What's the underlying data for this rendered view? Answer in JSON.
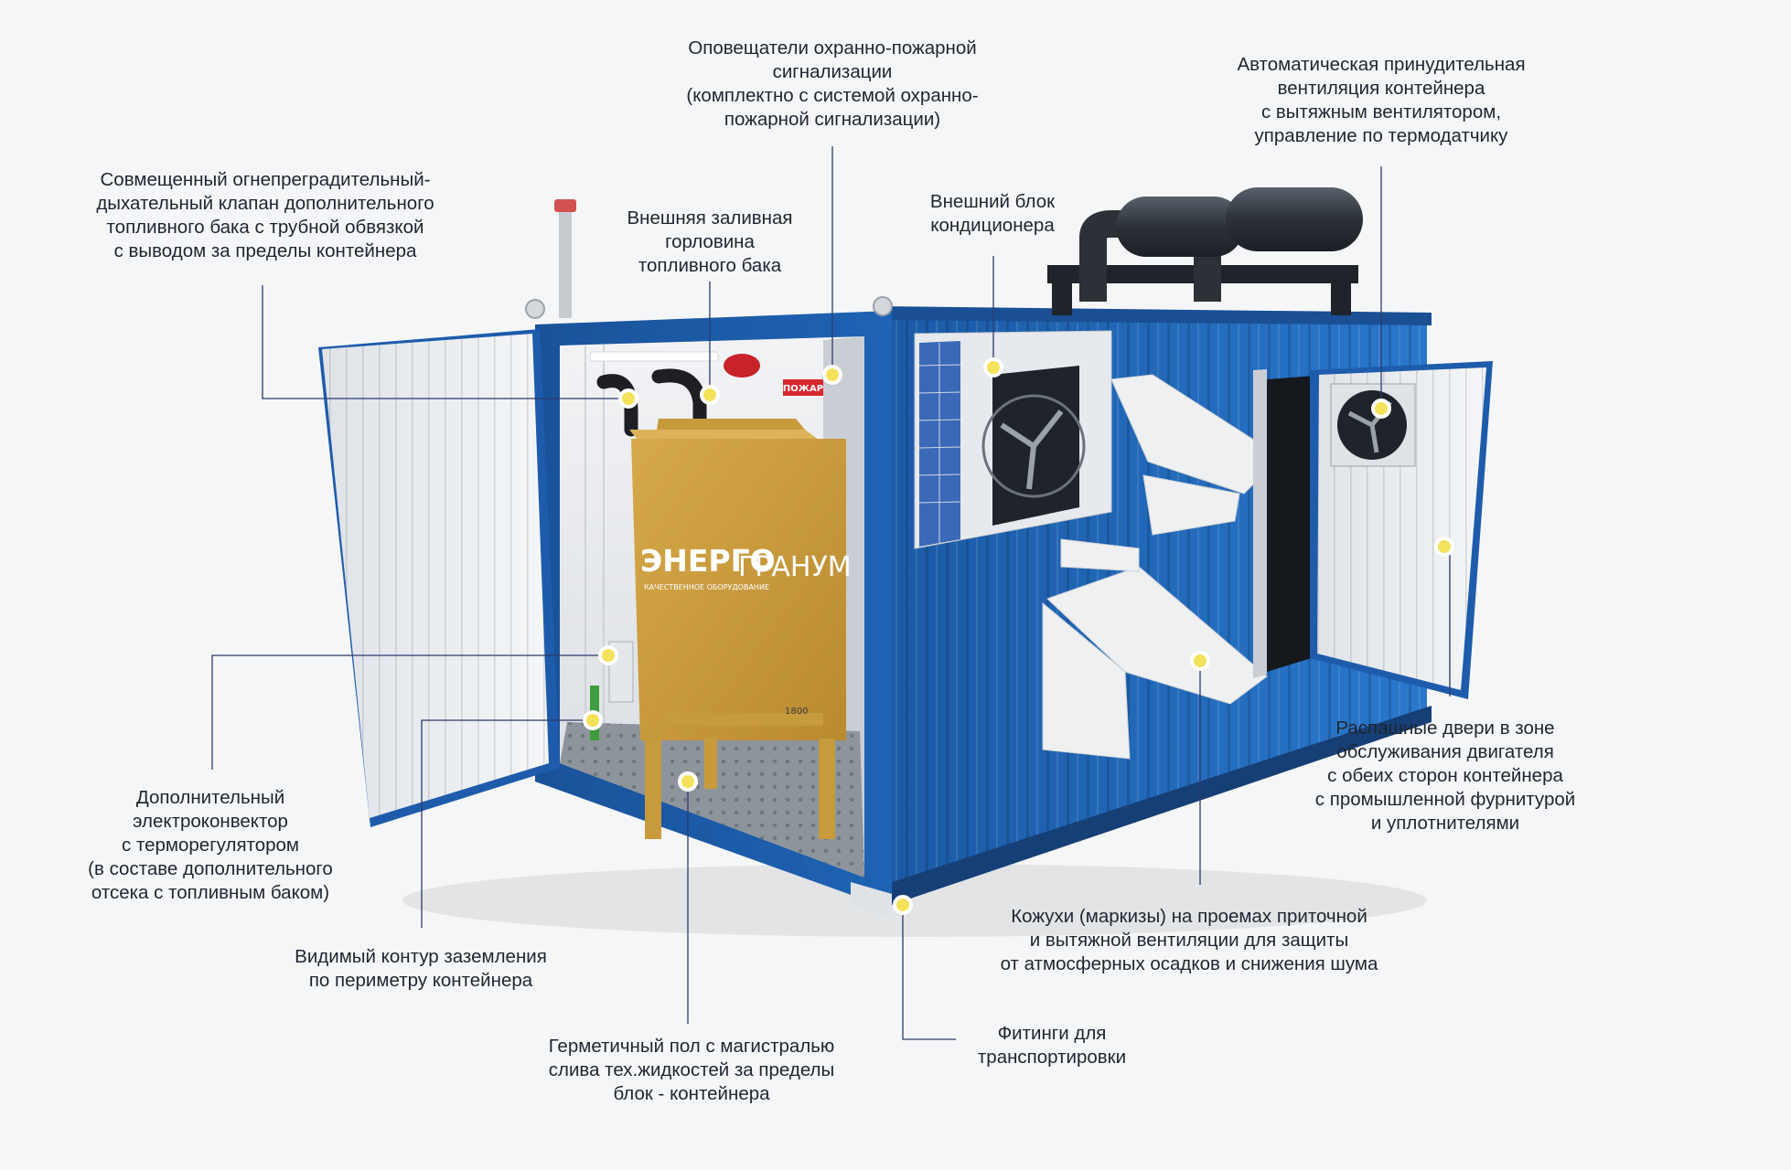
{
  "brand": {
    "logo_text_1": "ЭНЕРГО",
    "logo_text_2": "ГРАНУМ",
    "logo_tagline": "КАЧЕСТВЕННОЕ ОБОРУДОВАНИЕ",
    "tank_number": "1800"
  },
  "signs": {
    "fire": "ПОЖАР"
  },
  "colors": {
    "container_blue": "#1f63b4",
    "container_blue_dark": "#174d8f",
    "door_panel": "#e9ecef",
    "tank_gold": "#c79a3c",
    "leader_line": "#2d3a6b",
    "marker": "#f4e25a",
    "fire_sign": "#d9272e"
  },
  "labels": [
    {
      "id": "breather-valve",
      "lines": [
        "Совмещенный огнепреградительный-",
        "дыхательный клапан дополнительного",
        "топливного бака с трубной обвязкой",
        "с выводом за пределы контейнера"
      ]
    },
    {
      "id": "fill-neck",
      "lines": [
        "Внешняя заливная",
        "горловина",
        "топливного бака"
      ]
    },
    {
      "id": "fire-alarm",
      "lines": [
        "Оповещатели охранно-пожарной",
        "сигнализации",
        "(комплектно с системой охранно-",
        "пожарной сигнализации)"
      ]
    },
    {
      "id": "ac-unit",
      "lines": [
        "Внешний блок",
        "кондиционера"
      ]
    },
    {
      "id": "ventilation",
      "lines": [
        "Автоматическая принудительная",
        "вентиляция контейнера",
        "с вытяжным вентилятором,",
        "управление по термодатчику"
      ]
    },
    {
      "id": "convector",
      "lines": [
        "Дополнительный",
        "электроконвектор",
        "с терморегулятором",
        "(в составе дополнительного",
        "отсека с топливным баком)"
      ]
    },
    {
      "id": "grounding",
      "lines": [
        "Видимый контур заземления",
        "по периметру контейнера"
      ]
    },
    {
      "id": "floor",
      "lines": [
        "Герметичный пол с магистралью",
        "слива тех.жидкостей за пределы",
        "блок - контейнера"
      ]
    },
    {
      "id": "fittings",
      "lines": [
        "Фитинги для",
        "транспортировки"
      ]
    },
    {
      "id": "hoods",
      "lines": [
        "Кожухи (маркизы) на проемах приточной",
        "и вытяжной вентиляции для защиты",
        "от атмосферных осадков и снижения шума"
      ]
    },
    {
      "id": "doors",
      "lines": [
        "Распашные двери в зоне",
        "обслуживания двигателя",
        "с обеих сторон контейнера",
        "с промышленной фурнитурой",
        "и уплотнителями"
      ]
    }
  ]
}
